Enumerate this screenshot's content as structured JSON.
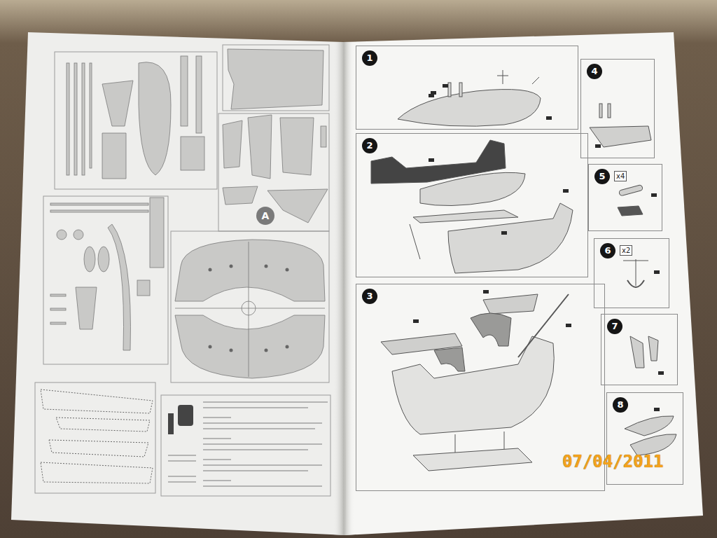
{
  "diagram": {
    "nodes": [
      {
        "text": [
          "1"
        ]
      },
      {
        "text": [
          "2"
        ]
      },
      {
        "text": [
          "3"
        ]
      },
      {
        "text": [
          "4"
        ]
      },
      {
        "text": [
          "5",
          "x4"
        ]
      },
      {
        "text": [
          "6",
          "x2"
        ]
      },
      {
        "text": [
          "7"
        ]
      },
      {
        "text": [
          "8"
        ]
      },
      {
        "text": [
          "A"
        ]
      }
    ],
    "labels": [
      "07/04/2011"
    ]
  }
}
